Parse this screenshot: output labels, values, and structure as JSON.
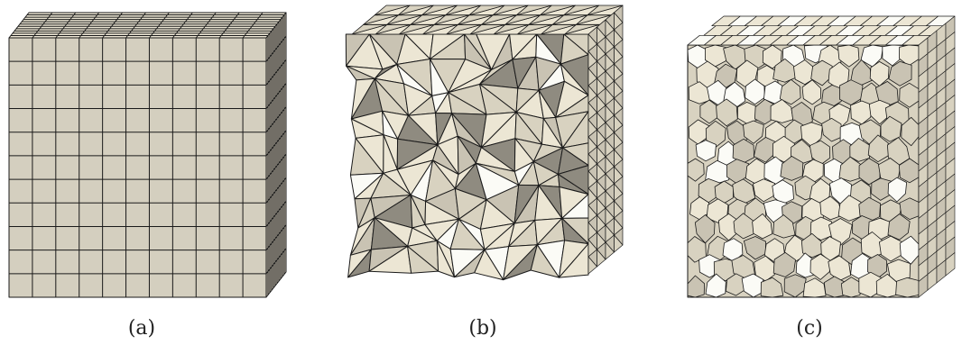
{
  "figure": {
    "panels": [
      {
        "caption": "(a)",
        "mesh": "hexahedral"
      },
      {
        "caption": "(b)",
        "mesh": "tetrahedral"
      },
      {
        "caption": "(c)",
        "mesh": "polyhedral"
      }
    ]
  },
  "colors": {
    "face_light": "#ece6d4",
    "face_shadow": "#c9c3b3",
    "face_mid": "#d8d2c0",
    "face_dark": "#8f8b80",
    "face_white": "#fbfbf6",
    "edge": "#1a1a1a",
    "background": "#ffffff"
  }
}
